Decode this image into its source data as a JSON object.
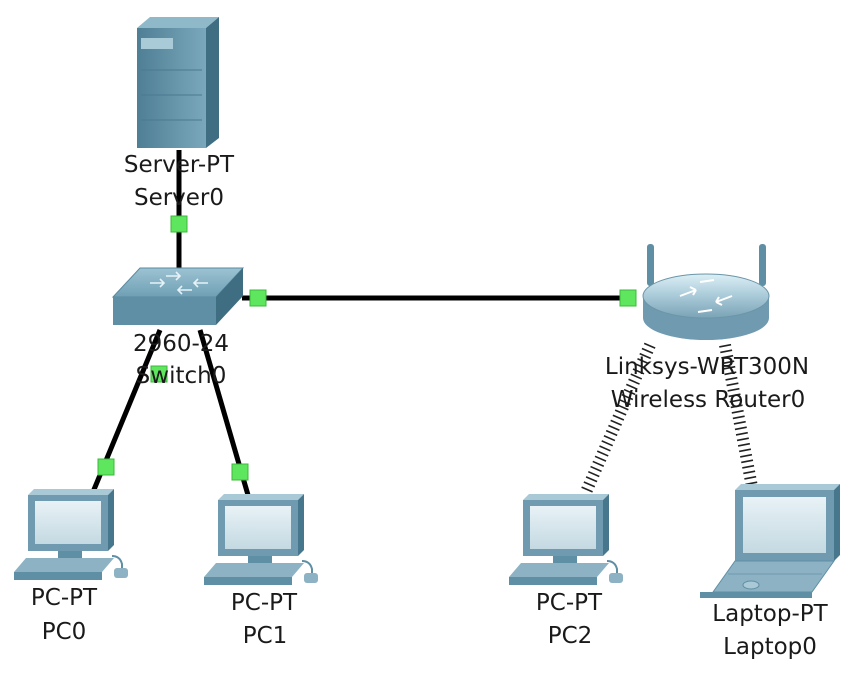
{
  "colors": {
    "background": "#ffffff",
    "link": "#000000",
    "port_up": "#5ee65e",
    "device_teal": "#5f8fa5",
    "label": "#1a1a1a"
  },
  "devices": [
    {
      "id": "server0",
      "icon": "server-icon",
      "model": "Server-PT",
      "name": "Server0"
    },
    {
      "id": "switch0",
      "icon": "switch-icon",
      "model": "2960-24",
      "name": "Switch0"
    },
    {
      "id": "router0",
      "icon": "wireless-router-icon",
      "model": "Linksys-WRT300N",
      "name": "Wireless Router0"
    },
    {
      "id": "pc0",
      "icon": "pc-icon",
      "model": "PC-PT",
      "name": "PC0"
    },
    {
      "id": "pc1",
      "icon": "pc-icon",
      "model": "PC-PT",
      "name": "PC1"
    },
    {
      "id": "pc2",
      "icon": "pc-icon",
      "model": "PC-PT",
      "name": "PC2"
    },
    {
      "id": "laptop0",
      "icon": "laptop-icon",
      "model": "Laptop-PT",
      "name": "Laptop0"
    }
  ],
  "links": [
    {
      "from": "server0",
      "to": "switch0",
      "type": "wired"
    },
    {
      "from": "switch0",
      "to": "router0",
      "type": "wired"
    },
    {
      "from": "switch0",
      "to": "pc0",
      "type": "wired"
    },
    {
      "from": "switch0",
      "to": "pc1",
      "type": "wired"
    },
    {
      "from": "router0",
      "to": "pc2",
      "type": "wireless"
    },
    {
      "from": "router0",
      "to": "laptop0",
      "type": "wireless"
    }
  ]
}
